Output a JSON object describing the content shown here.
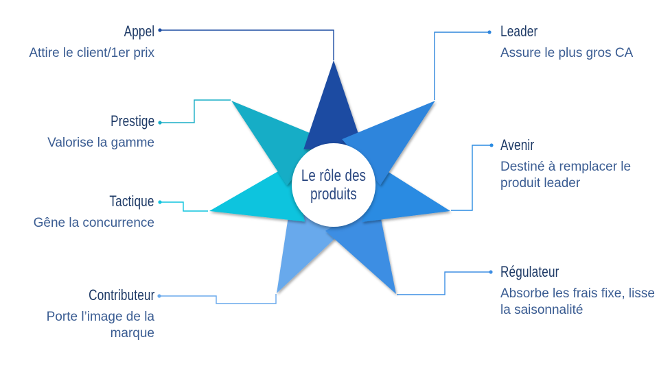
{
  "title": "Le rôle des produits",
  "center": {
    "line1": "Le rôle des",
    "line2": "produits"
  },
  "colors": {
    "title": "#1E3A66",
    "description": "#3A5C92",
    "center_text": "#2A4780",
    "background": "#FFFFFF",
    "circle_fill": "#FFFFFF"
  },
  "spokes": [
    {
      "id": "appel",
      "title": "Appel",
      "description": "Attire le client/1er prix",
      "color": "#1B4CA2",
      "side": "left"
    },
    {
      "id": "leader",
      "title": "Leader",
      "description": "Assure le plus gros CA",
      "color": "#2E85DC",
      "side": "right"
    },
    {
      "id": "prestige",
      "title": "Prestige",
      "description": "Valorise la gamme",
      "color": "#18ADC6",
      "side": "left"
    },
    {
      "id": "avenir",
      "title": "Avenir",
      "description": "Destiné à remplacer le produit leader",
      "color": "#2A8BE2",
      "side": "right"
    },
    {
      "id": "tactique",
      "title": "Tactique",
      "description": "Gêne la concurrence",
      "color": "#0FC4DE",
      "side": "left"
    },
    {
      "id": "regulateur",
      "title": "Régulateur",
      "description": "Absorbe les frais fixe, lisse la saisonnalité",
      "color": "#3D8EE3",
      "side": "right"
    },
    {
      "id": "contributeur",
      "title": "Contributeur",
      "description": "Porte l’image de la marque",
      "color": "#68A9EC",
      "side": "left"
    }
  ]
}
